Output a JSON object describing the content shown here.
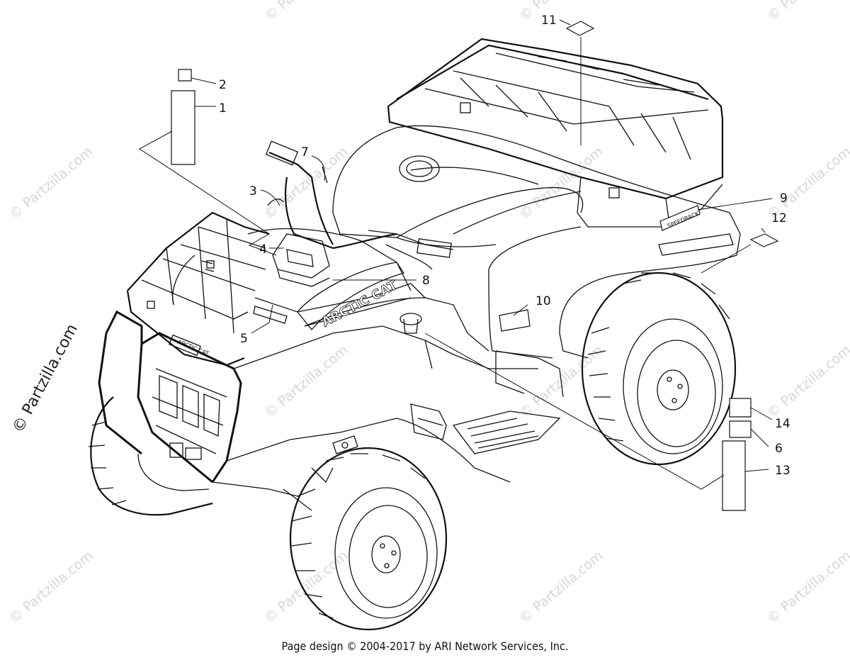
{
  "watermark": {
    "text": "© Partzilla.com",
    "side_text": "© Partzilla.com"
  },
  "callouts": [
    {
      "id": "1",
      "label": "1"
    },
    {
      "id": "2",
      "label": "2"
    },
    {
      "id": "3",
      "label": "3"
    },
    {
      "id": "4",
      "label": "4"
    },
    {
      "id": "5",
      "label": "5"
    },
    {
      "id": "6",
      "label": "6"
    },
    {
      "id": "7",
      "label": "7"
    },
    {
      "id": "8",
      "label": "8"
    },
    {
      "id": "9",
      "label": "9"
    },
    {
      "id": "10",
      "label": "10"
    },
    {
      "id": "11",
      "label": "11"
    },
    {
      "id": "12",
      "label": "12"
    },
    {
      "id": "13",
      "label": "13"
    },
    {
      "id": "14",
      "label": "14"
    }
  ],
  "decal_text": {
    "brand": "ARCTIC CAT",
    "grille_badge": "ARCTIC CAT",
    "rack_decal": "SPEEDRACK"
  },
  "footer": {
    "text": "Page design © 2004-2017 by ARI Network Services, Inc."
  }
}
